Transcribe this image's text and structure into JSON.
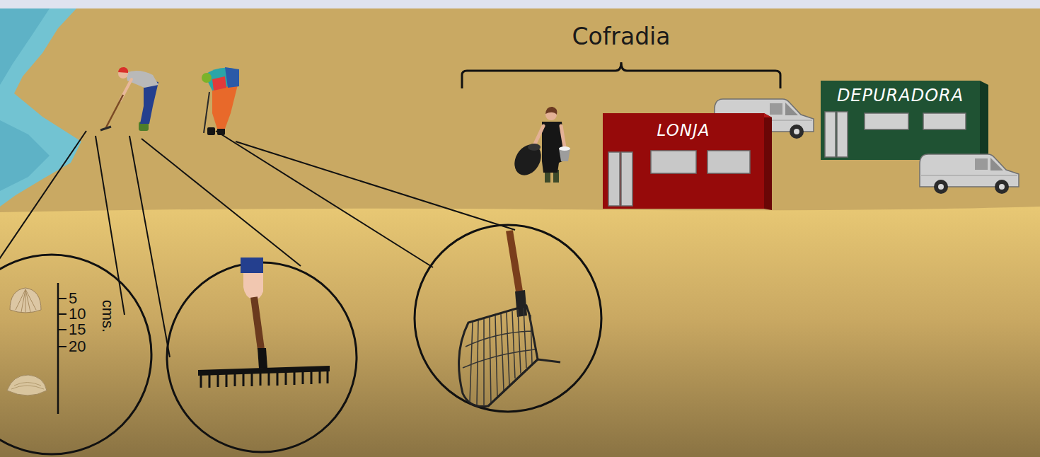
{
  "diagram": {
    "nodes": [
      {
        "text": [
          "LONJA"
        ]
      },
      {
        "text": [
          "DEPURADORA"
        ]
      },
      {
        "text": [
          "5",
          "10",
          "15",
          "20",
          "cms."
        ]
      }
    ],
    "labels": [
      "Cofradia"
    ]
  }
}
